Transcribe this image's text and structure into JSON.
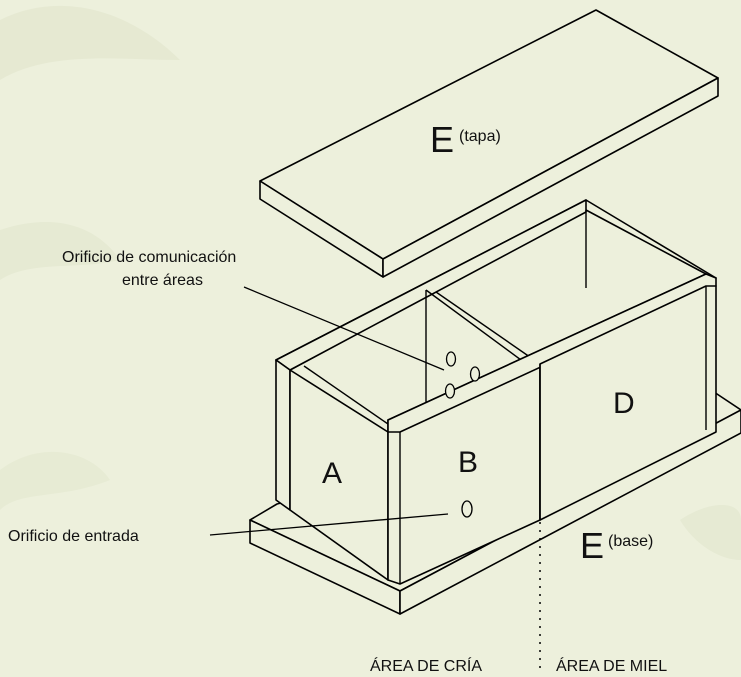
{
  "pieces": {
    "lid_letter": "E",
    "lid_note": "(tapa)",
    "base_letter": "E",
    "base_note": "(base)",
    "panel_a": "A",
    "panel_b": "B",
    "panel_d": "D"
  },
  "callouts": {
    "comm_hole_line1": "Orificio de comunicación",
    "comm_hole_line2": "entre áreas",
    "entrance_hole": "Orificio de entrada"
  },
  "areas": {
    "brood": "ÁREA DE CRÍA",
    "honey": "ÁREA DE MIEL"
  },
  "colors": {
    "background": "#edf0dc",
    "stroke": "#000000"
  }
}
